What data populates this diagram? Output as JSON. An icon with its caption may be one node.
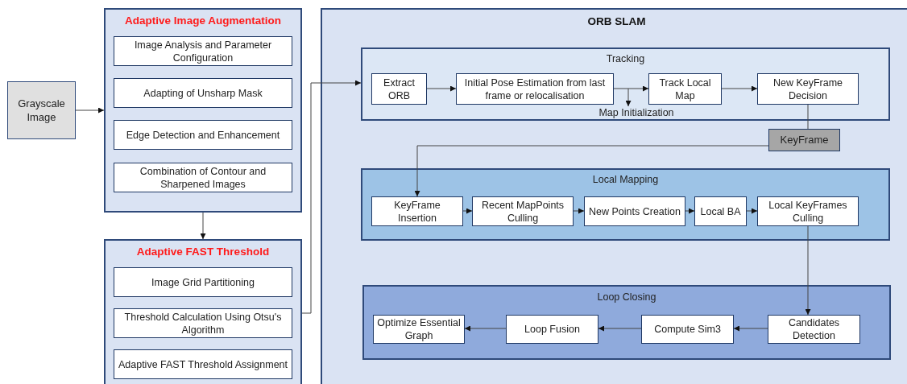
{
  "diagram": {
    "nodes": [
      {
        "text": [
          "Grayscale Image"
        ]
      },
      {
        "text": [
          "Adaptive Image Augmentation"
        ]
      },
      {
        "text": [
          "Image Analysis and Parameter Configuration"
        ],
        "in": 1
      },
      {
        "text": [
          "Adapting of Unsharp Mask"
        ],
        "in": 1
      },
      {
        "text": [
          "Edge Detection and Enhancement"
        ],
        "in": 1
      },
      {
        "text": [
          "Combination of Contour and Sharpened Images"
        ],
        "in": 1
      },
      {
        "text": [
          "Adaptive FAST Threshold"
        ]
      },
      {
        "text": [
          "Image Grid Partitioning"
        ],
        "in": 6
      },
      {
        "text": [
          "Threshold Calculation Using Otsu's Algorithm"
        ],
        "in": 6
      },
      {
        "text": [
          "Adaptive FAST Threshold Assignment"
        ],
        "in": 6
      },
      {
        "text": [
          "ORB SLAM"
        ]
      },
      {
        "text": [
          "Tracking"
        ],
        "in": 10
      },
      {
        "text": [
          "Extract ORB"
        ],
        "in": 11
      },
      {
        "text": [
          "Initial Pose Estimation from last frame or relocalisation"
        ],
        "in": 11
      },
      {
        "text": [
          "Track Local Map"
        ],
        "in": 11
      },
      {
        "text": [
          "New KeyFrame Decision"
        ],
        "in": 11
      },
      {
        "text": [
          "Map Initialization"
        ],
        "in": 11
      },
      {
        "text": [
          "KeyFrame"
        ],
        "in": 10
      },
      {
        "text": [
          "Local Mapping"
        ],
        "in": 10
      },
      {
        "text": [
          "KeyFrame Insertion"
        ],
        "in": 18
      },
      {
        "text": [
          "Recent MapPoints Culling"
        ],
        "in": 18
      },
      {
        "text": [
          "New Points Creation"
        ],
        "in": 18
      },
      {
        "text": [
          "Local BA"
        ],
        "in": 18
      },
      {
        "text": [
          "Local KeyFrames Culling"
        ],
        "in": 18
      },
      {
        "text": [
          "Loop Closing"
        ],
        "in": 10
      },
      {
        "text": [
          "Optimize Essential Graph"
        ],
        "in": 24
      },
      {
        "text": [
          "Loop Fusion"
        ],
        "in": 24
      },
      {
        "text": [
          "Compute Sim3"
        ],
        "in": 24
      },
      {
        "text": [
          "Candidates Detection"
        ],
        "in": 24
      }
    ],
    "edges": [
      {
        "from": 0,
        "to": 1,
        "arrow": "to"
      },
      {
        "from": 1,
        "to": 6,
        "arrow": "to"
      },
      {
        "from": 6,
        "to": 11,
        "arrow": "to"
      },
      {
        "from": 12,
        "to": 13,
        "arrow": "to"
      },
      {
        "from": 13,
        "to": 14,
        "arrow": "to"
      },
      {
        "from": 14,
        "to": 15,
        "arrow": "to"
      },
      {
        "from": 15,
        "to": 17,
        "arrow": "none"
      },
      {
        "from": 17,
        "to": 19,
        "arrow": "to"
      },
      {
        "from": 19,
        "to": 20,
        "arrow": "to"
      },
      {
        "from": 20,
        "to": 21,
        "arrow": "to"
      },
      {
        "from": 21,
        "to": 22,
        "arrow": "to"
      },
      {
        "from": 22,
        "to": 23,
        "arrow": "to"
      },
      {
        "from": 23,
        "to": 28,
        "arrow": "to"
      },
      {
        "from": 28,
        "to": 27,
        "arrow": "to"
      },
      {
        "from": 27,
        "to": 26,
        "arrow": "to"
      },
      {
        "from": 26,
        "to": 25,
        "arrow": "to"
      },
      {
        "from": null,
        "to": 16,
        "arrow": "to"
      }
    ]
  }
}
